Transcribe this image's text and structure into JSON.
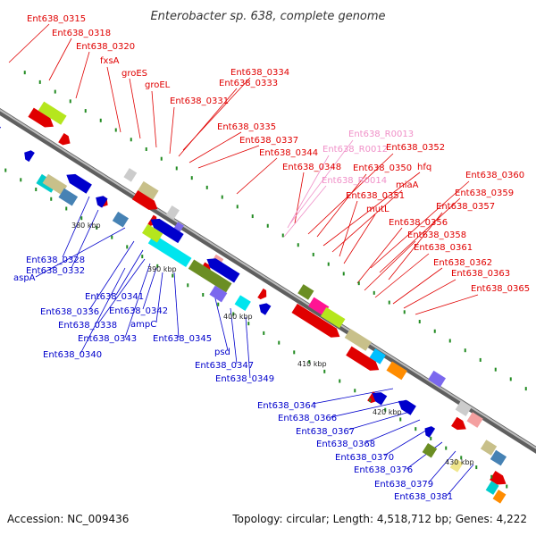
{
  "title": "Enterobacter sp. 638, complete genome",
  "footer": {
    "accession": "Accession: NC_009436",
    "summary": "Topology: circular; Length: 4,518,712 bp; Genes: 4,222"
  },
  "colors": {
    "forward_label": "#e00000",
    "reverse_label": "#0000cc",
    "rna_label": "#f090c8",
    "backbone": "#888888"
  },
  "ticks": [
    "380 kbp",
    "390 kbp",
    "400 kbp",
    "410 kbp",
    "420 kbp",
    "430 kbp"
  ],
  "forward_labels": [
    "Ent638_0315",
    "Ent638_0318",
    "Ent638_0320",
    "fxsA",
    "groES",
    "groEL",
    "Ent638_0334",
    "Ent638_0333",
    "Ent638_0331",
    "Ent638_0335",
    "Ent638_0337",
    "Ent638_0344",
    "Ent638_0352",
    "Ent638_0348",
    "Ent638_0350",
    "hfq",
    "miaA",
    "mutL",
    "Ent638_0351",
    "Ent638_0360",
    "Ent638_0359",
    "Ent638_0357",
    "Ent638_0356",
    "Ent638_0358",
    "Ent638_0361",
    "Ent638_0362",
    "Ent638_0363",
    "Ent638_0365"
  ],
  "rna_labels": [
    "Ent638_R0013",
    "Ent638_R0012",
    "Ent638_R0014"
  ],
  "reverse_labels": [
    "Ent638_0328",
    "Ent638_0332",
    "aspA",
    "Ent638_0341",
    "Ent638_0336",
    "Ent638_0342",
    "Ent638_0338",
    "ampC",
    "Ent638_0343",
    "Ent638_0345",
    "Ent638_0340",
    "psd",
    "Ent638_0347",
    "Ent638_0349",
    "Ent638_0364",
    "Ent638_0366",
    "Ent638_0367",
    "Ent638_0368",
    "Ent638_0370",
    "Ent638_0376",
    "Ent638_0379",
    "Ent638_0381"
  ]
}
